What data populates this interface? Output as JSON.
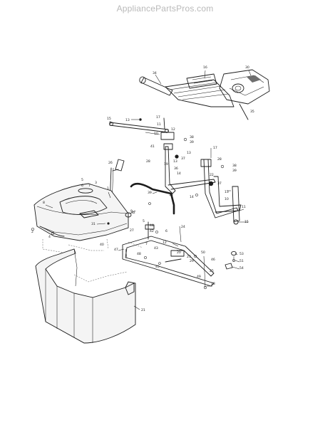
{
  "watermark": "AppliancePartsPros.com",
  "callouts": [
    {
      "id": "p34",
      "text": "34"
    },
    {
      "id": "p16",
      "text": "16"
    },
    {
      "id": "p30",
      "text": "30"
    },
    {
      "id": "p35",
      "text": "35"
    },
    {
      "id": "p17a",
      "text": "17"
    },
    {
      "id": "p13a",
      "text": "13"
    },
    {
      "id": "p15",
      "text": "15"
    },
    {
      "id": "p11a",
      "text": "11"
    },
    {
      "id": "p12",
      "text": "12"
    },
    {
      "id": "p10a",
      "text": "10"
    },
    {
      "id": "p38a",
      "text": "38"
    },
    {
      "id": "p39a",
      "text": "39"
    },
    {
      "id": "p41",
      "text": "41"
    },
    {
      "id": "p13b",
      "text": "13"
    },
    {
      "id": "p37a",
      "text": "37"
    },
    {
      "id": "p17b",
      "text": "17"
    },
    {
      "id": "p28",
      "text": "28"
    },
    {
      "id": "p38b",
      "text": "38"
    },
    {
      "id": "p39b",
      "text": "39"
    },
    {
      "id": "p28b",
      "text": "28"
    },
    {
      "id": "p36",
      "text": "36"
    },
    {
      "id": "p14a",
      "text": "14"
    },
    {
      "id": "p13c",
      "text": "13"
    },
    {
      "id": "p37b",
      "text": "37"
    },
    {
      "id": "p22",
      "text": "22"
    },
    {
      "id": "p19",
      "text": "19"
    },
    {
      "id": "p15b",
      "text": "15"
    },
    {
      "id": "p13d",
      "text": "13"
    },
    {
      "id": "p14b",
      "text": "14"
    },
    {
      "id": "p10b",
      "text": "10"
    },
    {
      "id": "p11b",
      "text": "11"
    },
    {
      "id": "p15c",
      "text": "15"
    },
    {
      "id": "p26",
      "text": "26"
    },
    {
      "id": "p1",
      "text": "1"
    },
    {
      "id": "p5a",
      "text": "5"
    },
    {
      "id": "p7a",
      "text": "7"
    },
    {
      "id": "p3",
      "text": "3"
    },
    {
      "id": "p6a",
      "text": "6"
    },
    {
      "id": "p9",
      "text": "9"
    },
    {
      "id": "p8",
      "text": "8"
    },
    {
      "id": "p32",
      "text": "32"
    },
    {
      "id": "p31",
      "text": "31"
    },
    {
      "id": "p2",
      "text": "2"
    },
    {
      "id": "p4",
      "text": "4"
    },
    {
      "id": "p27",
      "text": "27"
    },
    {
      "id": "p5b",
      "text": "5"
    },
    {
      "id": "p44",
      "text": "44"
    },
    {
      "id": "p24",
      "text": "24"
    },
    {
      "id": "p6b",
      "text": "6"
    },
    {
      "id": "p42",
      "text": "42"
    },
    {
      "id": "p7b",
      "text": "7"
    },
    {
      "id": "p12b",
      "text": "12"
    },
    {
      "id": "p43",
      "text": "43"
    },
    {
      "id": "p47",
      "text": "47"
    },
    {
      "id": "p48",
      "text": "48"
    },
    {
      "id": "p20",
      "text": "20"
    },
    {
      "id": "p25",
      "text": "25"
    },
    {
      "id": "p50",
      "text": "50"
    },
    {
      "id": "p46",
      "text": "46"
    },
    {
      "id": "p53",
      "text": "53"
    },
    {
      "id": "p51",
      "text": "51"
    },
    {
      "id": "p54",
      "text": "54"
    },
    {
      "id": "p49",
      "text": "49"
    },
    {
      "id": "p18",
      "text": "18"
    },
    {
      "id": "p21",
      "text": "21"
    },
    {
      "id": "p40",
      "text": "40"
    },
    {
      "id": "p39c",
      "text": "39"
    },
    {
      "id": "p45",
      "text": "45"
    },
    {
      "id": "p23",
      "text": "23"
    },
    {
      "id": "p29",
      "text": "29"
    }
  ]
}
